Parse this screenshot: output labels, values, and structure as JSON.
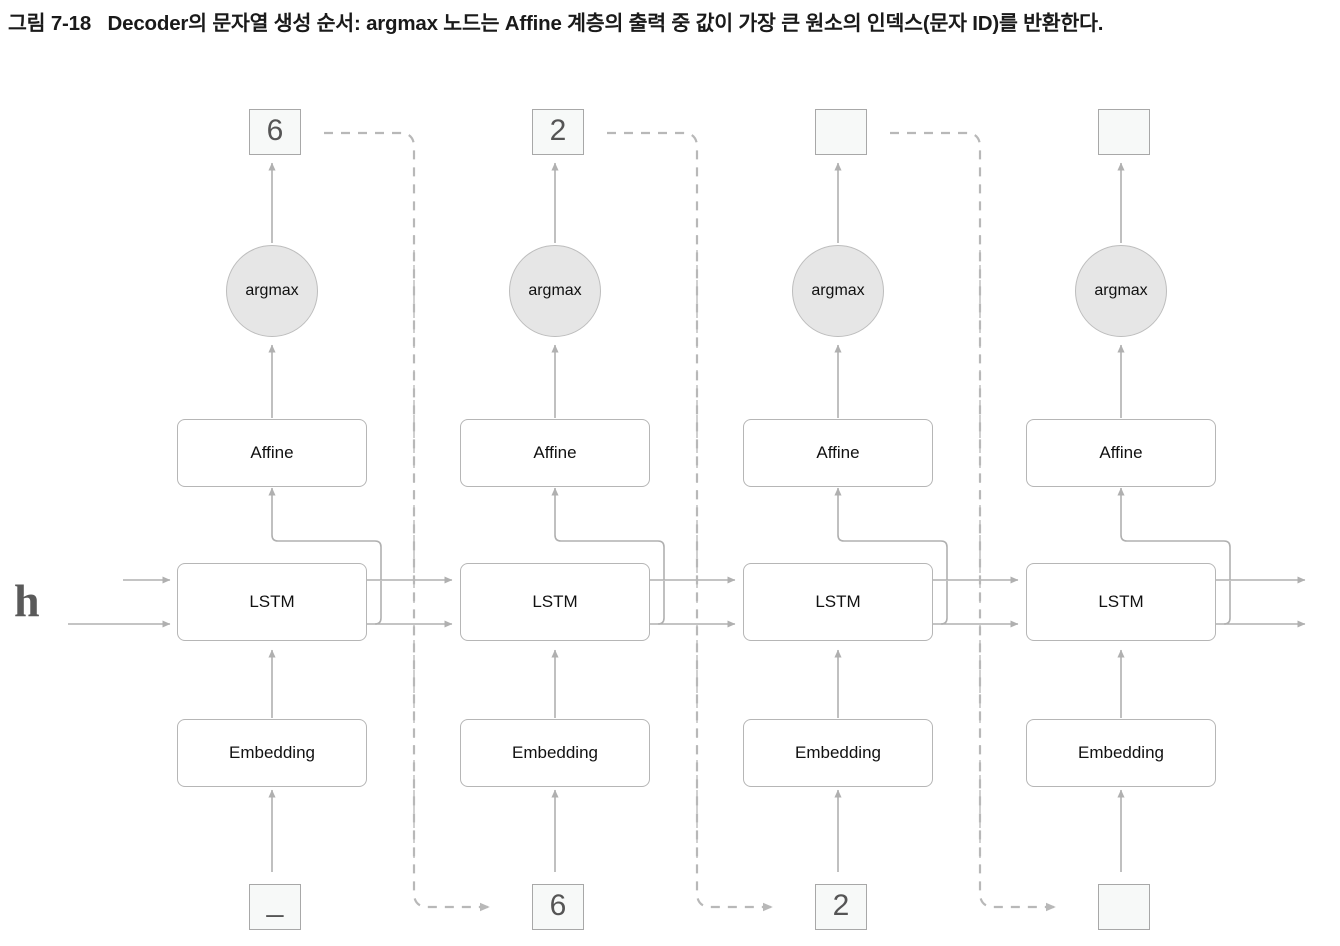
{
  "caption": {
    "figure_number": "그림 7-18",
    "text": "Decoder의 문자열 생성 순서: argmax 노드는 Affine 계층의 출력 중 값이 가장 큰 원소의 인덱스(문자 ID)를 반환한다."
  },
  "labels": {
    "h": "h",
    "argmax": "argmax",
    "affine": "Affine",
    "lstm": "LSTM",
    "embedding": "Embedding"
  },
  "colors": {
    "node_fill": "#ffffff",
    "node_stroke": "#b6b6b6",
    "argmax_fill": "#e6e6e6",
    "argmax_stroke": "#bdbdbd",
    "iobox_fill": "#f7f9f8",
    "iobox_stroke": "#a8a8a8",
    "wire": "#b0b0b0",
    "dashed_wire": "#b8b8b8",
    "separator": "#cccccc",
    "text": "#111111",
    "h_text": "#5a5a5a",
    "iobox_text": "#555555"
  },
  "columns": [
    {
      "index": 1,
      "output_token": "6",
      "output_token_blank": false,
      "input_token": "_",
      "input_token_blank": false,
      "argmax": "argmax",
      "affine": "Affine",
      "lstm": "LSTM",
      "embedding": "Embedding"
    },
    {
      "index": 2,
      "output_token": "2",
      "output_token_blank": false,
      "input_token": "6",
      "input_token_blank": false,
      "argmax": "argmax",
      "affine": "Affine",
      "lstm": "LSTM",
      "embedding": "Embedding"
    },
    {
      "index": 3,
      "output_token": "",
      "output_token_blank": true,
      "input_token": "2",
      "input_token_blank": false,
      "argmax": "argmax",
      "affine": "Affine",
      "lstm": "LSTM",
      "embedding": "Embedding"
    },
    {
      "index": 4,
      "output_token": "",
      "output_token_blank": true,
      "input_token": "",
      "input_token_blank": true,
      "argmax": "argmax",
      "affine": "Affine",
      "lstm": "LSTM",
      "embedding": "Embedding"
    }
  ]
}
